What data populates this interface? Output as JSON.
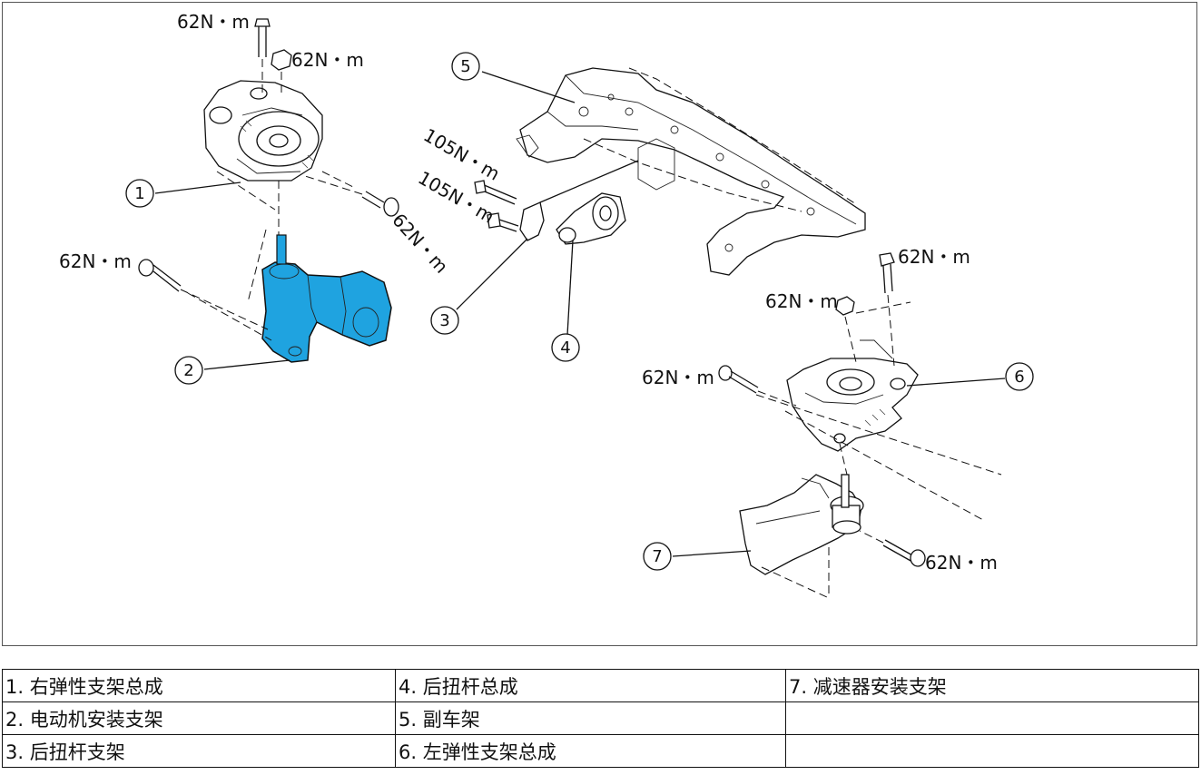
{
  "diagram": {
    "torque_labels": {
      "t1": "62N・m",
      "t2": "62N・m",
      "t3": "62N・m",
      "t4": "62N・m",
      "t5": "105N・m",
      "t6": "105N・m",
      "t7": "62N・m",
      "t8": "62N・m",
      "t9": "62N・m",
      "t10": "62N・m"
    },
    "callouts": [
      "1",
      "2",
      "3",
      "4",
      "5",
      "6",
      "7"
    ],
    "highlight_color": "#1fa3e0",
    "line_color": "#111111"
  },
  "legend": {
    "rows": [
      [
        "1. 右弹性支架总成",
        "4. 后扭杆总成",
        "7. 减速器安装支架"
      ],
      [
        "2. 电动机安装支架",
        "5. 副车架",
        ""
      ],
      [
        "3. 后扭杆支架",
        "6. 左弹性支架总成",
        ""
      ]
    ]
  }
}
